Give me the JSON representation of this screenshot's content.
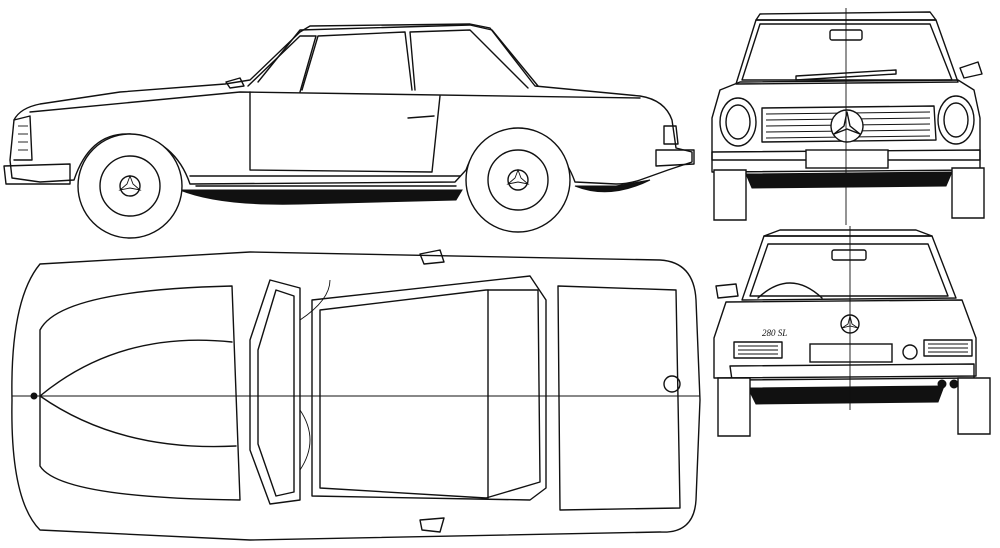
{
  "drawing": {
    "views": [
      "side",
      "front",
      "top",
      "rear"
    ],
    "rear_badge_text": "280 SL",
    "line_color": "#111111",
    "background_color": "#ffffff"
  }
}
